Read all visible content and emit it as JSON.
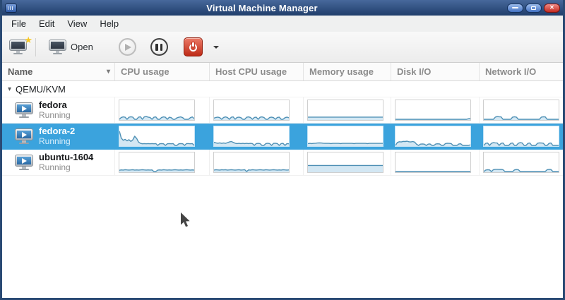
{
  "window": {
    "title": "Virtual Machine Manager"
  },
  "titlebar": {
    "app_icon": "vmm-logo",
    "buttons": {
      "minimize_icon": "minimize-bar",
      "maximize_icon": "maximize-square",
      "close_glyph": "✕"
    }
  },
  "menu": {
    "items": [
      "File",
      "Edit",
      "View",
      "Help"
    ]
  },
  "toolbar": {
    "new_vm_icon": "monitor-with-star",
    "open_icon": "monitor",
    "open_label": "Open",
    "run_icon": "play-circle",
    "pause_icon": "pause-circle",
    "shutdown_icon": "power-button",
    "more_icon": "caret-down"
  },
  "columns": [
    {
      "label": "Name",
      "sorted": true,
      "sort_glyph": "▾"
    },
    {
      "label": "CPU usage"
    },
    {
      "label": "Host CPU usage"
    },
    {
      "label": "Memory usage"
    },
    {
      "label": "Disk I/O"
    },
    {
      "label": "Network I/O"
    }
  ],
  "tree": {
    "group_label": "QEMU/KVM",
    "expander_glyph": "▾"
  },
  "vms": [
    {
      "name": "fedora",
      "status": "Running",
      "selected": false,
      "sparklines": {
        "cpu": [
          0,
          10,
          13,
          11,
          0,
          11,
          14,
          12,
          0,
          0,
          12,
          14,
          0,
          13,
          15,
          12,
          10,
          0,
          11,
          13,
          0,
          0,
          10,
          13,
          11,
          0,
          11,
          9,
          0,
          0,
          8,
          11,
          13,
          9,
          0,
          0,
          0,
          9,
          13,
          4
        ],
        "host_cpu": [
          6,
          10,
          12,
          9,
          0,
          10,
          13,
          10,
          0,
          11,
          13,
          0,
          10,
          12,
          9,
          0,
          0,
          11,
          13,
          10,
          0,
          10,
          12,
          0,
          11,
          13,
          10,
          0,
          0,
          10,
          12,
          9,
          0,
          10,
          12,
          0,
          0,
          9,
          12,
          8
        ],
        "memory": [
          12,
          12,
          12,
          12,
          12,
          12,
          12,
          12,
          12,
          12,
          12,
          12,
          12,
          12,
          12,
          12,
          12,
          12,
          12,
          12,
          12,
          12,
          12,
          12,
          12,
          12,
          12,
          12,
          12,
          12,
          12,
          12,
          12,
          12,
          12,
          12,
          12,
          12,
          12,
          12
        ],
        "disk": [
          0,
          0,
          0,
          0,
          0,
          0,
          0,
          0,
          0,
          0,
          0,
          0,
          0,
          0,
          0,
          0,
          0,
          0,
          0,
          0,
          0,
          0,
          0,
          0,
          0,
          0,
          0,
          0,
          0,
          0,
          0,
          0,
          0,
          0,
          0,
          0,
          0,
          0,
          3,
          4
        ],
        "network": [
          0,
          0,
          0,
          0,
          0,
          0,
          12,
          15,
          14,
          13,
          0,
          0,
          0,
          0,
          0,
          12,
          14,
          12,
          0,
          0,
          0,
          0,
          0,
          0,
          0,
          0,
          0,
          0,
          0,
          0,
          12,
          14,
          13,
          0,
          0,
          0,
          0,
          0,
          0,
          0
        ]
      }
    },
    {
      "name": "fedora-2",
      "status": "Running",
      "selected": true,
      "sparklines": {
        "cpu": [
          78,
          40,
          28,
          33,
          25,
          31,
          22,
          30,
          50,
          38,
          18,
          11,
          9,
          10,
          9,
          10,
          9,
          10,
          9,
          10,
          0,
          9,
          10,
          9,
          0,
          9,
          10,
          9,
          10,
          0,
          0,
          9,
          10,
          9,
          0,
          10,
          10,
          9,
          10,
          0
        ],
        "host_cpu": [
          17,
          14,
          12,
          14,
          11,
          13,
          11,
          15,
          19,
          21,
          17,
          12,
          10,
          11,
          10,
          11,
          10,
          11,
          10,
          11,
          10,
          0,
          10,
          11,
          10,
          0,
          0,
          10,
          12,
          10,
          0,
          11,
          12,
          10,
          0,
          10,
          11,
          0,
          10,
          9
        ],
        "memory": [
          10,
          11,
          10,
          11,
          12,
          13,
          14,
          13,
          12,
          11,
          11,
          11,
          10,
          11,
          11,
          11,
          11,
          10,
          11,
          11,
          11,
          11,
          11,
          11,
          10,
          11,
          11,
          11,
          11,
          11,
          11,
          10,
          11,
          11,
          11,
          11,
          11,
          11,
          11,
          11
        ],
        "disk": [
          0,
          16,
          20,
          19,
          22,
          21,
          23,
          20,
          19,
          21,
          18,
          6,
          0,
          7,
          8,
          7,
          0,
          7,
          8,
          0,
          0,
          8,
          9,
          8,
          0,
          0,
          10,
          12,
          11,
          10,
          0,
          0,
          0,
          8,
          9,
          0,
          0,
          0,
          0,
          3
        ],
        "network": [
          0,
          11,
          13,
          0,
          12,
          15,
          14,
          13,
          0,
          11,
          13,
          0,
          0,
          0,
          11,
          13,
          0,
          0,
          12,
          15,
          13,
          0,
          0,
          11,
          13,
          0,
          0,
          0,
          12,
          14,
          13,
          12,
          0,
          0,
          11,
          13,
          0,
          0,
          0,
          0
        ]
      }
    },
    {
      "name": "ubuntu-1604",
      "status": "Running",
      "selected": false,
      "sparklines": {
        "cpu": [
          7,
          9,
          8,
          10,
          9,
          8,
          9,
          10,
          8,
          9,
          8,
          9,
          10,
          9,
          8,
          9,
          8,
          9,
          0,
          0,
          8,
          9,
          8,
          10,
          9,
          8,
          9,
          8,
          9,
          10,
          9,
          8,
          9,
          8,
          9,
          10,
          9,
          8,
          9,
          8
        ],
        "host_cpu": [
          8,
          10,
          9,
          8,
          10,
          9,
          10,
          8,
          9,
          10,
          9,
          8,
          9,
          10,
          8,
          9,
          10,
          0,
          9,
          8,
          10,
          9,
          8,
          9,
          10,
          9,
          8,
          10,
          9,
          8,
          9,
          10,
          9,
          8,
          9,
          8,
          10,
          9,
          8,
          9
        ],
        "memory": [
          33,
          33,
          33,
          33,
          33,
          33,
          33,
          33,
          33,
          33,
          33,
          33,
          33,
          33,
          33,
          33,
          33,
          33,
          33,
          33,
          33,
          33,
          33,
          33,
          33,
          33,
          33,
          33,
          33,
          33,
          33,
          33,
          33,
          33,
          33,
          33,
          33,
          33,
          33,
          33
        ],
        "disk": [
          0,
          0,
          0,
          0,
          0,
          0,
          0,
          0,
          0,
          0,
          0,
          0,
          0,
          0,
          0,
          0,
          0,
          0,
          0,
          0,
          0,
          0,
          0,
          0,
          0,
          0,
          0,
          0,
          0,
          0,
          0,
          0,
          0,
          0,
          0,
          0,
          0,
          0,
          0,
          0
        ],
        "network": [
          0,
          8,
          10,
          9,
          0,
          10,
          12,
          12,
          11,
          12,
          10,
          0,
          0,
          0,
          0,
          0,
          9,
          11,
          10,
          0,
          0,
          0,
          0,
          0,
          0,
          0,
          0,
          0,
          0,
          0,
          0,
          0,
          0,
          10,
          12,
          11,
          0,
          0,
          0,
          0
        ]
      }
    }
  ],
  "colors": {
    "selection": "#3ba3dd",
    "spark_stroke": "#4e90b5",
    "spark_fill": "#d3e7f3",
    "titlebar": "#2a4a74"
  }
}
